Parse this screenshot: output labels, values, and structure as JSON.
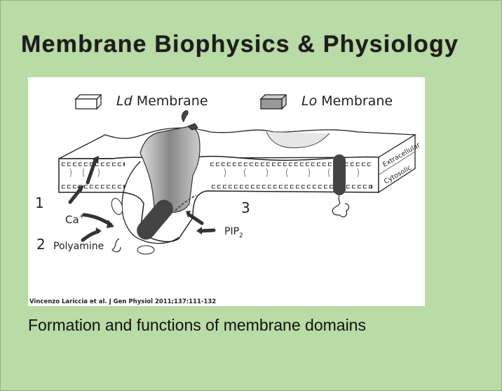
{
  "slide": {
    "title": "Membrane Biophysics & Physiology",
    "caption": "Formation and functions of membrane domains"
  },
  "figure": {
    "legend": [
      {
        "label_italic": "Ld",
        "label": " Membrane",
        "fill": "#ffffff"
      },
      {
        "label_italic": "Lo",
        "label": " Membrane",
        "fill": "#999999"
      }
    ],
    "side_labels": {
      "top": "Extracellular",
      "bottom": "Cytosolic"
    },
    "markers": {
      "one": "1",
      "two": "2",
      "three": "3"
    },
    "ions": {
      "calcium": "Ca",
      "calcium_sup": "+",
      "polyamine": "Polyamine",
      "pip": "PIP",
      "pip_sub": "2"
    },
    "citation": "Vincenzo Lariccia et al. J Gen Physiol 2011;137:111-132"
  },
  "colors": {
    "background": "#b9dba5",
    "protein": "#444444",
    "raft": "#9a9a9a"
  }
}
